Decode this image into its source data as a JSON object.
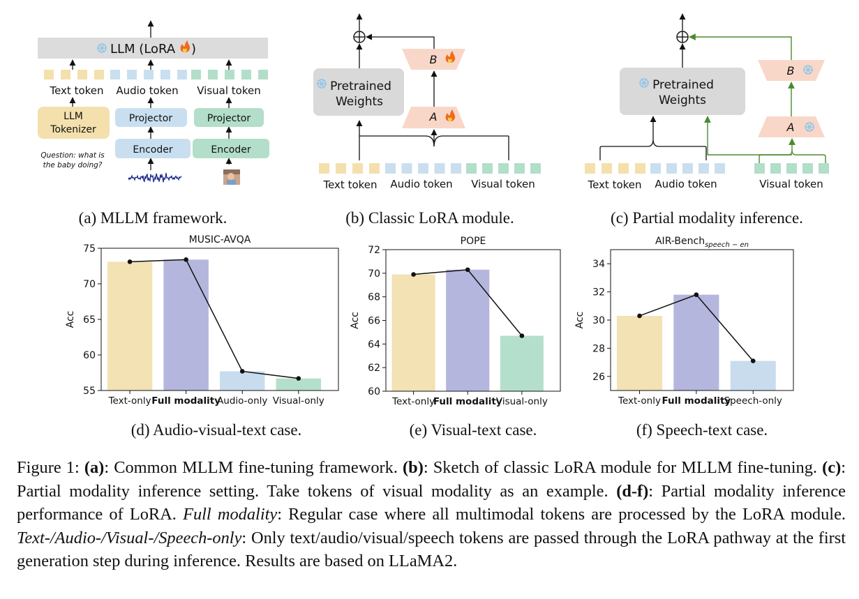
{
  "panel_a": {
    "llm_label": "LLM (LoRA",
    "tokens": {
      "text": "Text token",
      "audio": "Audio token",
      "visual": "Visual token"
    },
    "llm_tokenizer_line1": "LLM",
    "llm_tokenizer_line2": "Tokenizer",
    "projector": "Projector",
    "encoder": "Encoder",
    "question_line1": "Question: what is",
    "question_line2": "the baby doing?",
    "caption": "(a) MLLM framework."
  },
  "panel_b": {
    "pretrained_line1": "Pretrained",
    "pretrained_line2": "Weights",
    "matrix_b": "B",
    "matrix_a": "A",
    "tokens": {
      "text": "Text token",
      "audio": "Audio token",
      "visual": "Visual token"
    },
    "caption": "(b) Classic LoRA module."
  },
  "panel_c": {
    "pretrained_line1": "Pretrained",
    "pretrained_line2": "Weights",
    "matrix_b": "B",
    "matrix_a": "A",
    "tokens": {
      "text": "Text token",
      "audio": "Audio token",
      "visual": "Visual token"
    },
    "caption": "(c) Partial modality inference."
  },
  "colors": {
    "text_token": "#f3e0ad",
    "audio_token": "#c9dff0",
    "visual_token": "#b3dec9",
    "llm_bar": "#dcdcdc",
    "lora_box": "#f9d7c8",
    "green_arrow": "#4a8a2e",
    "bar_text": "#f2e2b4",
    "bar_full": "#b5b6dd",
    "bar_audio": "#c8dcee",
    "bar_visual": "#b5dfcd"
  },
  "chart_data": [
    {
      "type": "bar",
      "title": "MUSIC-AVQA",
      "ylabel": "Acc",
      "categories": [
        "Text-only",
        "Full modality",
        "Audio-only",
        "Visual-only"
      ],
      "values": [
        73.1,
        73.4,
        57.7,
        56.7
      ],
      "ylim": [
        55,
        75
      ],
      "yticks": [
        "55",
        "60",
        "65",
        "70",
        "75"
      ],
      "colors": [
        "#f2e2b4",
        "#b5b6dd",
        "#c8dcee",
        "#b5dfcd"
      ],
      "caption": "(d) Audio-visual-text case."
    },
    {
      "type": "bar",
      "title": "POPE",
      "ylabel": "Acc",
      "categories": [
        "Text-only",
        "Full modality",
        "Visual-only"
      ],
      "values": [
        69.9,
        70.3,
        64.7
      ],
      "ylim": [
        60,
        72
      ],
      "yticks": [
        "60",
        "62",
        "64",
        "66",
        "68",
        "70",
        "72"
      ],
      "colors": [
        "#f2e2b4",
        "#b5b6dd",
        "#b5dfcd"
      ],
      "caption": "(e) Visual-text case."
    },
    {
      "type": "bar",
      "title": "AIR-Bench",
      "title_subscript": "speech − en",
      "ylabel": "Acc",
      "categories": [
        "Text-only",
        "Full modality",
        "Speech-only"
      ],
      "values": [
        30.3,
        31.8,
        27.1
      ],
      "ylim": [
        25,
        35
      ],
      "yticks": [
        "26",
        "28",
        "30",
        "32",
        "34"
      ],
      "colors": [
        "#f2e2b4",
        "#b5b6dd",
        "#c8dcee"
      ],
      "caption": "(f) Speech-text case."
    }
  ],
  "figure_caption": {
    "prefix": "Figure 1: ",
    "a_tag": "(a)",
    "a_text": ": Common MLLM fine-tuning framework. ",
    "b_tag": "(b)",
    "b_text": ": Sketch of classic LoRA module for MLLM fine-tuning. ",
    "c_tag": "(c)",
    "c_text": ": Partial modality inference setting. Take tokens of visual modality as an example. ",
    "df_tag": "(d-f)",
    "df_text": ": Partial modality inference performance of LoRA. ",
    "full_term": "Full modality",
    "full_text": ": Regular case where all multimodal tokens are processed by the LoRA module. ",
    "only_term": "Text-/Audio-/Visual-/Speech-only",
    "only_text": ": Only text/audio/visual/speech tokens are passed through the LoRA pathway at the first generation step during inference. Results are based on LLaMA2."
  }
}
